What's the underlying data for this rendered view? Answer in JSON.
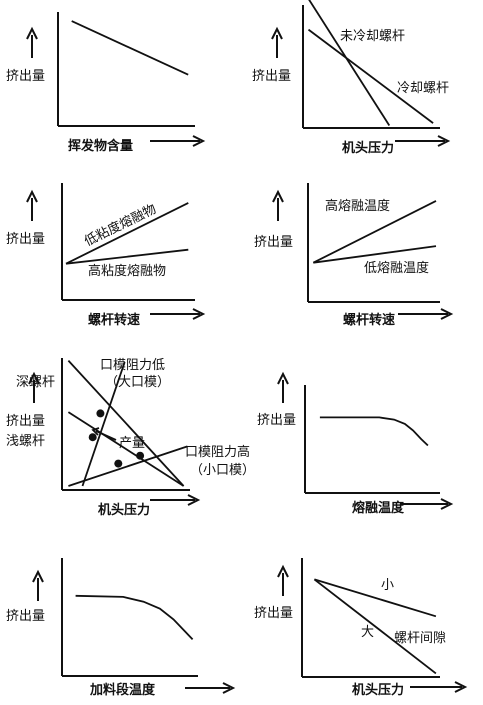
{
  "chart_data": [
    {
      "type": "line",
      "ylabel": "挤出量",
      "xlabel": "挥发物含量",
      "series": [
        {
          "values": [
            [
              0.1,
              0.92
            ],
            [
              0.95,
              0.45
            ]
          ]
        }
      ]
    },
    {
      "type": "line",
      "ylabel": "挤出量",
      "xlabel": "机头压力",
      "series": [
        {
          "name": "未冷却螺杆",
          "values": [
            [
              0.04,
              1.05
            ],
            [
              0.63,
              0.02
            ]
          ]
        },
        {
          "name": "冷却螺杆",
          "values": [
            [
              0.04,
              0.8
            ],
            [
              0.95,
              0.04
            ]
          ]
        }
      ]
    },
    {
      "type": "line",
      "ylabel": "挤出量",
      "xlabel": "螺杆转速",
      "series": [
        {
          "name": "低粘度熔融物",
          "values": [
            [
              0.03,
              0.31
            ],
            [
              0.95,
              0.83
            ]
          ]
        },
        {
          "name": "高粘度熔融物",
          "values": [
            [
              0.03,
              0.31
            ],
            [
              0.95,
              0.43
            ]
          ]
        }
      ]
    },
    {
      "type": "line",
      "ylabel": "挤出量",
      "xlabel": "螺杆转速",
      "series": [
        {
          "name": "高熔融温度",
          "values": [
            [
              0.04,
              0.33
            ],
            [
              0.97,
              0.85
            ]
          ]
        },
        {
          "name": "低熔融温度",
          "values": [
            [
              0.04,
              0.33
            ],
            [
              0.97,
              0.47
            ]
          ]
        }
      ]
    },
    {
      "type": "line",
      "ylabel": "挤出量",
      "xlabel": "机头压力",
      "lines": [
        {
          "name": "深螺杆",
          "values": [
            [
              0.05,
              0.98
            ],
            [
              0.95,
              0.03
            ]
          ]
        },
        {
          "name": "浅螺杆",
          "values": [
            [
              0.05,
              0.59
            ],
            [
              0.95,
              0.03
            ]
          ]
        },
        {
          "name": "口模阻力低（大口模）",
          "values": [
            [
              0.16,
              0.03
            ],
            [
              0.49,
              0.97
            ]
          ]
        },
        {
          "name": "口模阻力高（小口模）",
          "values": [
            [
              0.05,
              0.03
            ],
            [
              0.98,
              0.33
            ]
          ]
        }
      ],
      "points": [
        [
          0.3,
          0.58
        ],
        [
          0.24,
          0.4
        ],
        [
          0.44,
          0.2
        ],
        [
          0.61,
          0.26
        ]
      ],
      "annotations": [
        "深螺杆",
        "浅螺杆",
        "产量",
        "口模阻力低",
        "（大口模）",
        "口模阻力高",
        "（小口模）"
      ]
    },
    {
      "type": "line",
      "ylabel": "挤出量",
      "xlabel": "熔融温度",
      "series": [
        {
          "values": [
            [
              0.11,
              0.7
            ],
            [
              0.55,
              0.7
            ],
            [
              0.66,
              0.68
            ],
            [
              0.74,
              0.64
            ],
            [
              0.8,
              0.58
            ],
            [
              0.86,
              0.5
            ],
            [
              0.91,
              0.44
            ]
          ]
        }
      ]
    },
    {
      "type": "line",
      "ylabel": "挤出量",
      "xlabel": "加料段温度",
      "series": [
        {
          "values": [
            [
              0.1,
              0.68
            ],
            [
              0.45,
              0.67
            ],
            [
              0.6,
              0.63
            ],
            [
              0.72,
              0.57
            ],
            [
              0.82,
              0.48
            ],
            [
              0.91,
              0.37
            ],
            [
              0.96,
              0.31
            ]
          ]
        }
      ]
    },
    {
      "type": "line",
      "ylabel": "挤出量",
      "xlabel": "机头压力",
      "series": [
        {
          "name": "小",
          "values": [
            [
              0.09,
              0.82
            ],
            [
              0.97,
              0.51
            ]
          ]
        },
        {
          "name": "大",
          "values": [
            [
              0.09,
              0.82
            ],
            [
              0.97,
              0.03
            ]
          ]
        }
      ],
      "annotations": [
        "小",
        "大",
        "螺杆间隙"
      ]
    }
  ]
}
